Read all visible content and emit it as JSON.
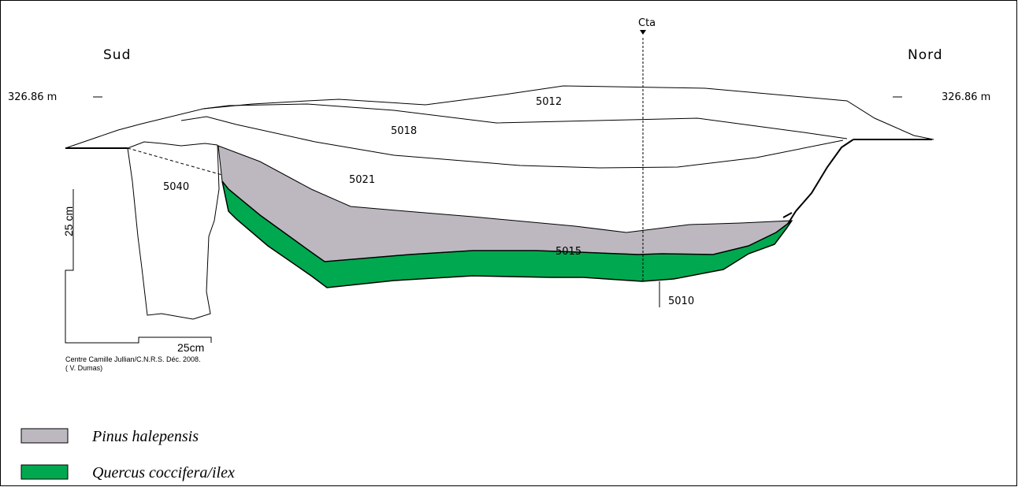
{
  "directions": {
    "south": "Sud",
    "north": "Nord"
  },
  "elevation": {
    "left": "326.86 m",
    "right": "326.86 m"
  },
  "section_marker": "Cta",
  "layers": {
    "l5012": "5012",
    "l5018": "5018",
    "l5021": "5021",
    "l5040": "5040",
    "l5015": "5015",
    "l5010": "5010"
  },
  "scale": {
    "vertical": "25 cm",
    "horizontal": "25cm"
  },
  "credit": {
    "line1": "Centre Camille Jullian/C.N.R.S. Déc. 2008.",
    "line2": "( V. Dumas)"
  },
  "legend": [
    {
      "label": "Pinus halepensis",
      "color": "#bdb8c0"
    },
    {
      "label": "Quercus coccifera/ilex",
      "color": "#00a94f"
    }
  ]
}
